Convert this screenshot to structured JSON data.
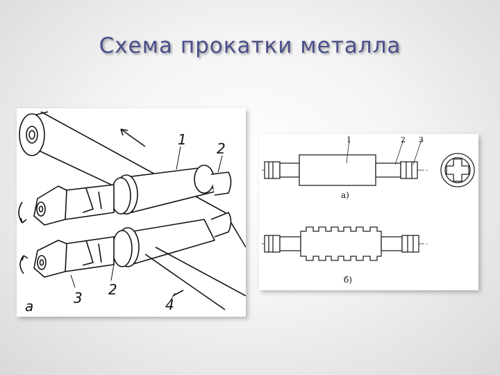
{
  "slide": {
    "title": "Схема прокатки металла"
  },
  "figure_a": {
    "labels": {
      "roll_upper": "1",
      "neck_upper": "2",
      "neck_lower": "2",
      "wobbler": "3",
      "strip": "4",
      "panel": "а"
    }
  },
  "figure_b": {
    "top_labels": {
      "body": "1",
      "neck": "2",
      "wobbler": "3",
      "caption": "а)"
    },
    "bottom_caption": "б)"
  },
  "colors": {
    "title": "#4a4f8a",
    "ink": "#111111"
  }
}
